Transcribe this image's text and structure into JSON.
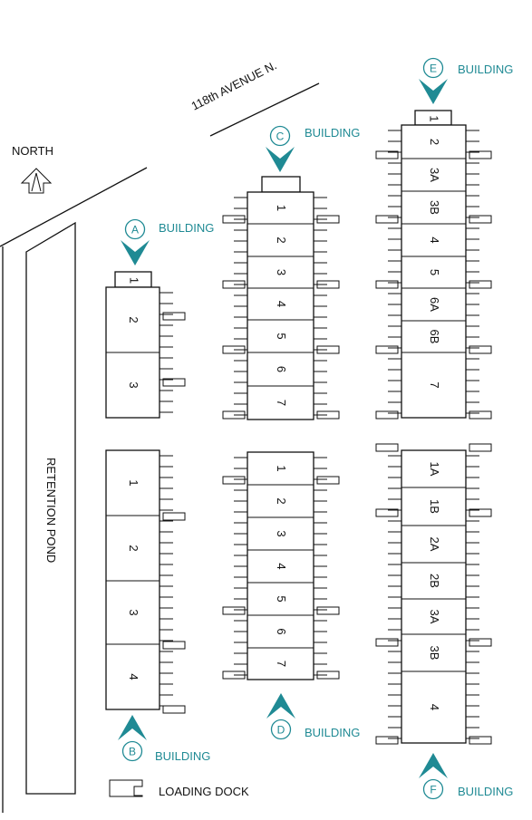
{
  "map": {
    "road": "118th AVENUE N.",
    "north": "NORTH",
    "pond": "RETENTION POND",
    "legend": "LOADING DOCK",
    "accent_color": "#1f8a94"
  },
  "buildings": [
    {
      "letter": "A",
      "label": "BUILDING",
      "units": [
        "1",
        "2",
        "3"
      ]
    },
    {
      "letter": "B",
      "label": "BUILDING",
      "units": [
        "1",
        "2",
        "3",
        "4"
      ]
    },
    {
      "letter": "C",
      "label": "BUILDING",
      "units": [
        "1",
        "2",
        "3",
        "4",
        "5",
        "6",
        "7"
      ]
    },
    {
      "letter": "D",
      "label": "BUILDING",
      "units": [
        "1",
        "2",
        "3",
        "4",
        "5",
        "6",
        "7"
      ]
    },
    {
      "letter": "E",
      "label": "BUILDING",
      "units": [
        "1",
        "2",
        "3A",
        "3B",
        "4",
        "5",
        "6A",
        "6B",
        "7"
      ]
    },
    {
      "letter": "F",
      "label": "BUILDING",
      "units": [
        "1A",
        "1B",
        "2A",
        "2B",
        "3A",
        "3B",
        "4"
      ]
    }
  ]
}
